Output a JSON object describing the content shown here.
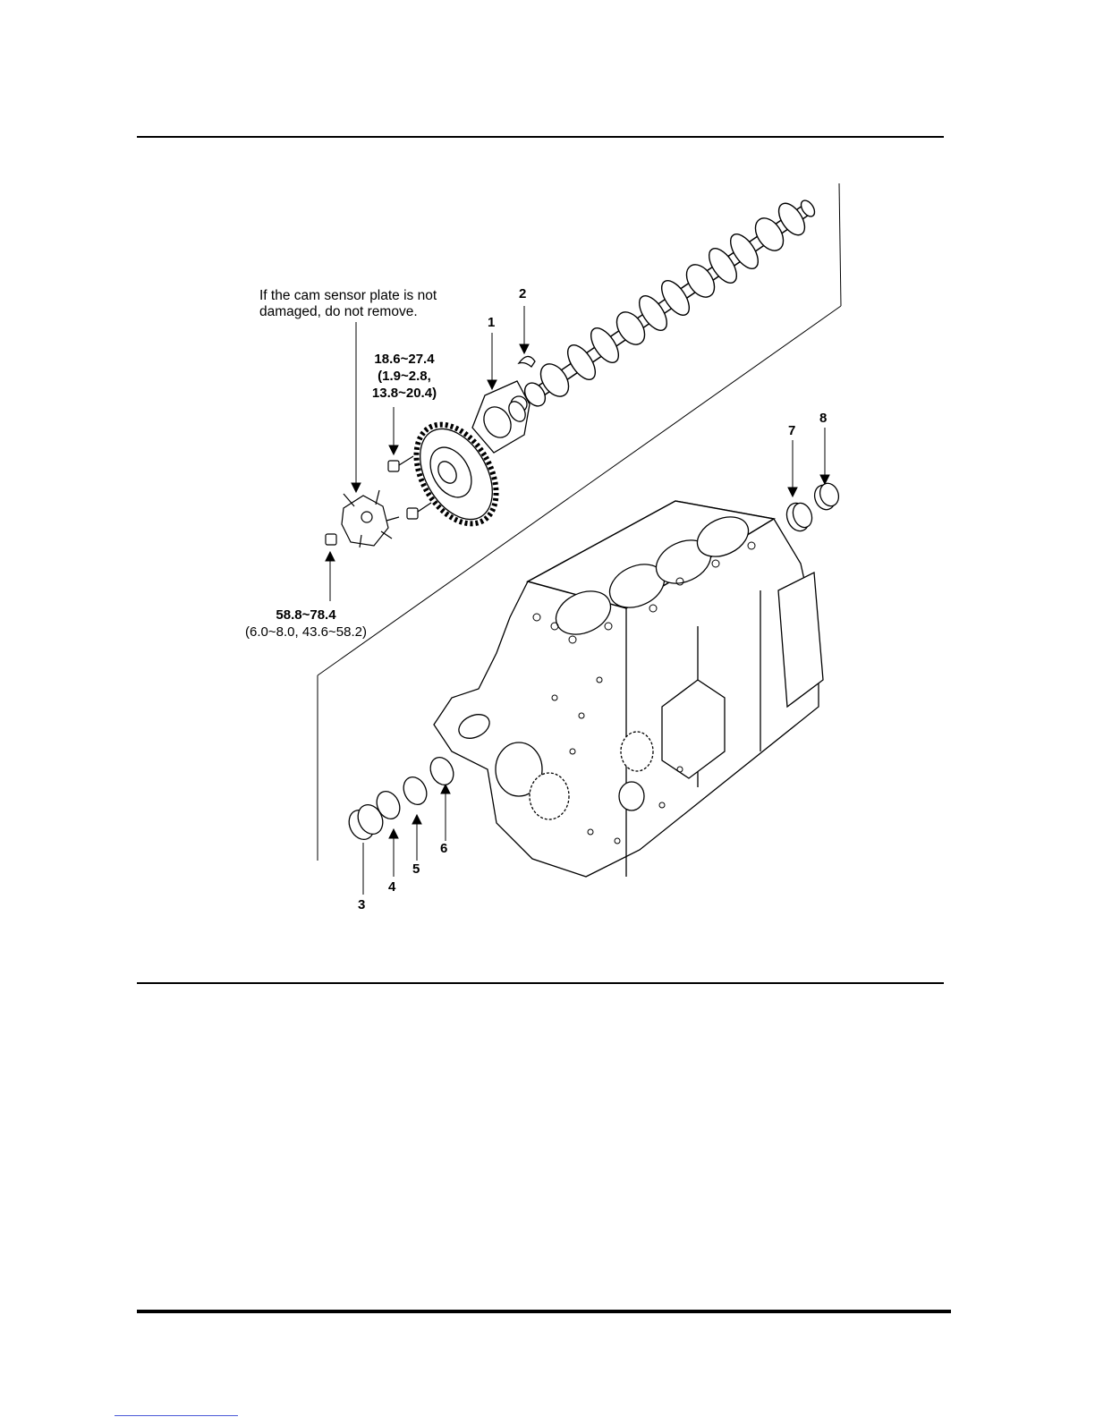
{
  "note": {
    "line1": "If the cam sensor plate is not",
    "line2": "damaged, do not remove."
  },
  "callouts": [
    "1",
    "2",
    "3",
    "4",
    "5",
    "6",
    "7",
    "8"
  ],
  "torque_a": {
    "line1": "18.6~27.4",
    "line2": "(1.9~2.8,",
    "line3": "13.8~20.4)"
  },
  "torque_b": {
    "line1": "58.8~78.4",
    "line2": "(6.0~8.0, 43.6~58.2)"
  }
}
